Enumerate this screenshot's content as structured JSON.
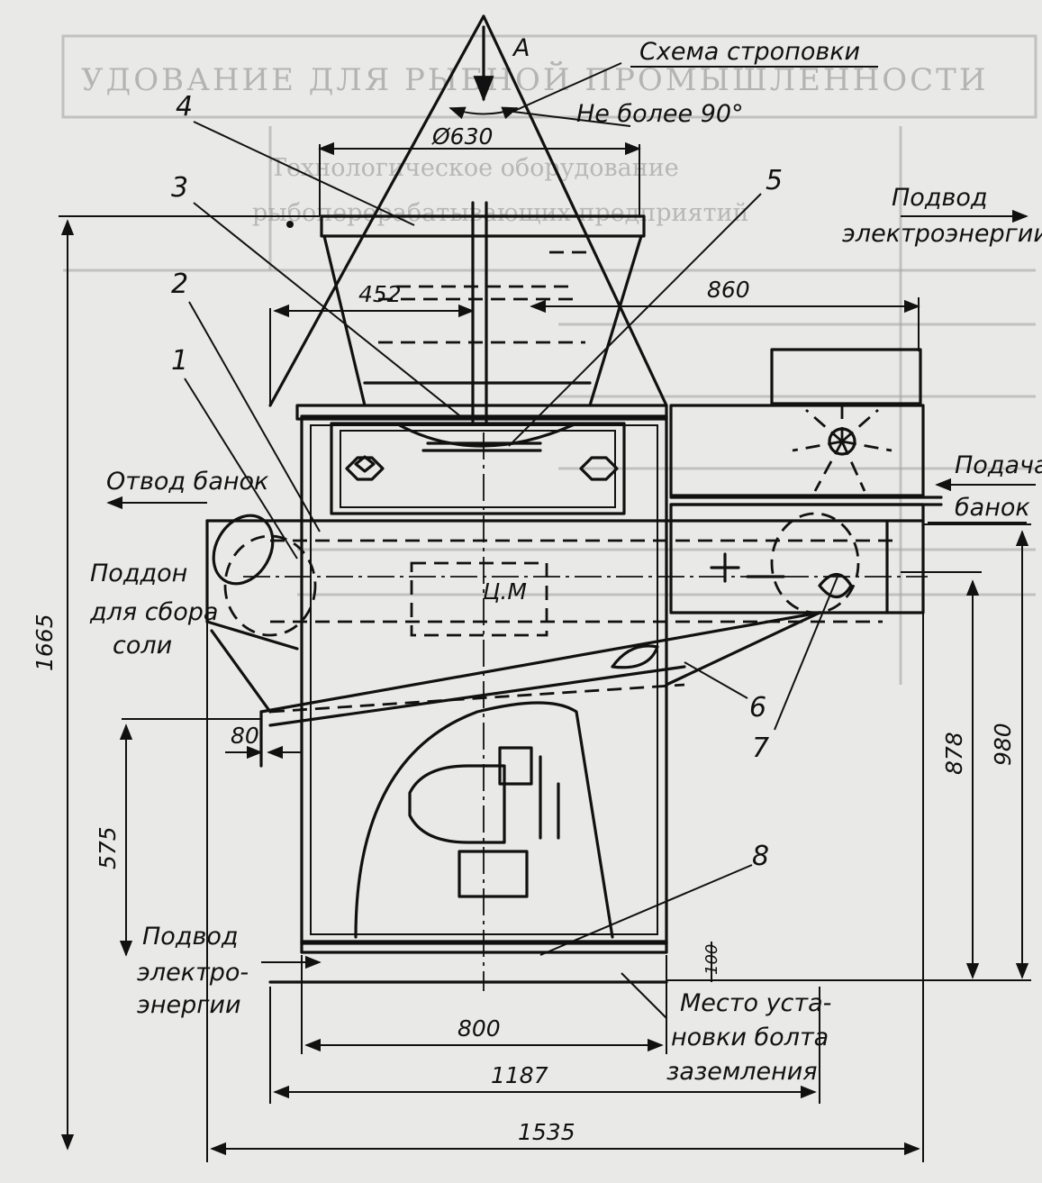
{
  "drawing": {
    "rigging_title": "Схема строповки",
    "view_letter": "A",
    "angle_note": "Не более 90°",
    "diameter": "Ø630",
    "power_top_1": "Подвод",
    "power_top_2": "электроэнергии",
    "feed_1": "Подача",
    "feed_2": "банок",
    "outlet": "Отвод банок",
    "tray_1": "Поддон",
    "tray_2": "для сбора",
    "tray_3": "соли",
    "power_bottom_1": "Подвод",
    "power_bottom_2": "электро-",
    "power_bottom_3": "энергии",
    "ground_1": "Место уста-",
    "ground_2": "новки болта",
    "ground_3": "заземления",
    "center_mass": "Ц.М",
    "dims": {
      "d452": "452",
      "d860": "860",
      "d1665": "1665",
      "d80": "80",
      "d575": "575",
      "d878": "878",
      "d980": "980",
      "d100": "100",
      "d800": "800",
      "d1187": "1187",
      "d1535": "1535"
    },
    "positions": [
      "1",
      "2",
      "3",
      "4",
      "5",
      "6",
      "7",
      "8"
    ]
  },
  "background": {
    "header": "УДОВАНИЕ ДЛЯ РЫБНОЙ ПРОМЫШЛЕННОСТИ",
    "subtitle_1": "Технологическое оборудование",
    "subtitle_2": "рыбоперерабатывающих предприятий"
  }
}
